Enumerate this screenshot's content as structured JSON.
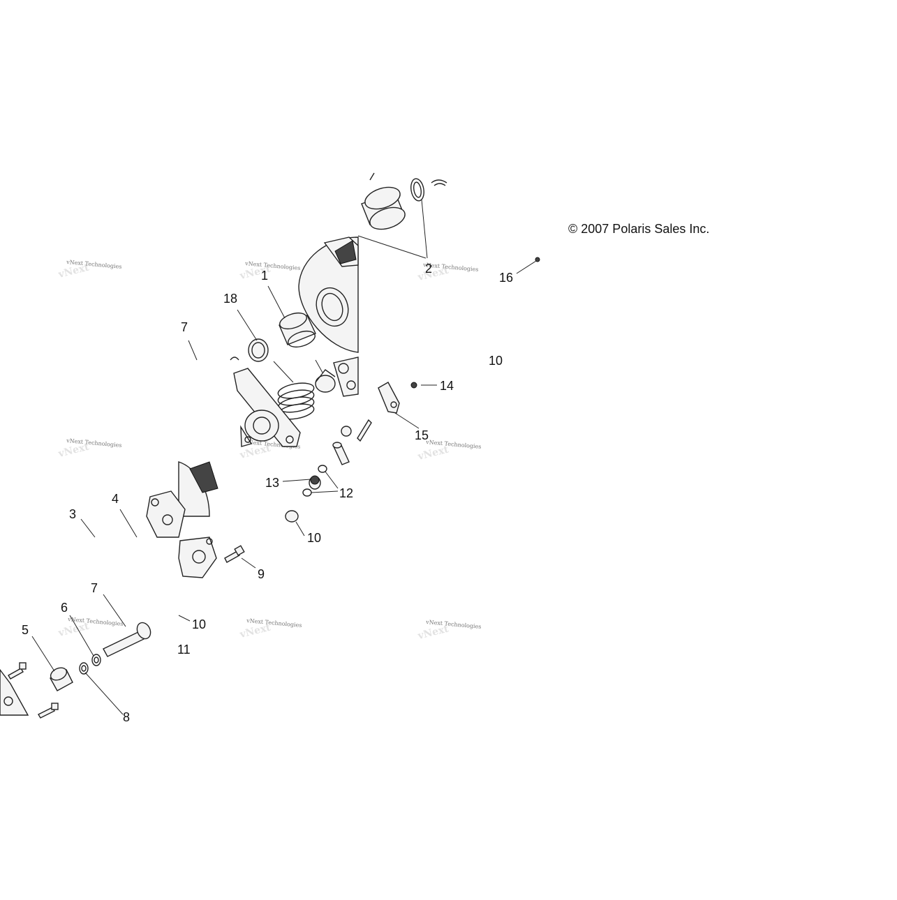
{
  "copyright": "© 2007 Polaris Sales Inc.",
  "watermark_text": "vNext Technologies",
  "callouts": [
    {
      "id": "c1",
      "text": "1"
    },
    {
      "id": "c2",
      "text": "2"
    },
    {
      "id": "c3",
      "text": "3"
    },
    {
      "id": "c4",
      "text": "4"
    },
    {
      "id": "c5",
      "text": "5"
    },
    {
      "id": "c6",
      "text": "6"
    },
    {
      "id": "c7a",
      "text": "7"
    },
    {
      "id": "c7b",
      "text": "7"
    },
    {
      "id": "c8",
      "text": "8"
    },
    {
      "id": "c9",
      "text": "9"
    },
    {
      "id": "c10a",
      "text": "10"
    },
    {
      "id": "c10b",
      "text": "10"
    },
    {
      "id": "c10c",
      "text": "10"
    },
    {
      "id": "c11",
      "text": "11"
    },
    {
      "id": "c12",
      "text": "12"
    },
    {
      "id": "c13",
      "text": "13"
    },
    {
      "id": "c14",
      "text": "14"
    },
    {
      "id": "c15",
      "text": "15"
    },
    {
      "id": "c16",
      "text": "16"
    },
    {
      "id": "c18",
      "text": "18"
    }
  ]
}
